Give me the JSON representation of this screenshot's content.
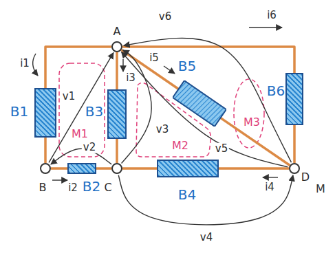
{
  "diagram": {
    "nodes": [
      {
        "text": [
          "A"
        ]
      },
      {
        "text": [
          "B"
        ]
      },
      {
        "text": [
          "C"
        ]
      },
      {
        "text": [
          "D"
        ]
      },
      {
        "text": [
          "B1"
        ]
      },
      {
        "text": [
          "B2"
        ]
      },
      {
        "text": [
          "B3"
        ]
      },
      {
        "text": [
          "B4"
        ]
      },
      {
        "text": [
          "B5"
        ]
      },
      {
        "text": [
          "B6"
        ]
      }
    ],
    "edges": [
      {
        "from": 1,
        "to": 4,
        "arrow": "none"
      },
      {
        "from": 4,
        "to": 0,
        "arrow": "none"
      },
      {
        "from": 1,
        "to": 5,
        "arrow": "none"
      },
      {
        "from": 5,
        "to": 2,
        "arrow": "none"
      },
      {
        "from": 2,
        "to": 6,
        "arrow": "none"
      },
      {
        "from": 6,
        "to": 0,
        "arrow": "none"
      },
      {
        "from": 2,
        "to": 7,
        "arrow": "none"
      },
      {
        "from": 7,
        "to": 3,
        "arrow": "none"
      },
      {
        "from": 0,
        "to": 8,
        "arrow": "none"
      },
      {
        "from": 8,
        "to": 3,
        "arrow": "none"
      },
      {
        "from": 0,
        "to": 9,
        "arrow": "none"
      },
      {
        "from": 9,
        "to": 3,
        "arrow": "none"
      },
      {
        "from": 1,
        "to": 0,
        "label": "v1",
        "arrow": "to"
      },
      {
        "from": 2,
        "to": 1,
        "label": "v2",
        "arrow": "to"
      },
      {
        "from": 2,
        "to": 0,
        "label": "v3",
        "arrow": "to"
      },
      {
        "from": 2,
        "to": 3,
        "label": "v4",
        "arrow": "to"
      },
      {
        "from": 3,
        "to": 0,
        "label": "v5",
        "arrow": "to"
      },
      {
        "from": 3,
        "to": 0,
        "label": "v6",
        "arrow": "to"
      }
    ],
    "labels": [
      "i1",
      "i2",
      "i3",
      "i4",
      "i5",
      "i6",
      "M1",
      "M2",
      "M3",
      "M"
    ]
  }
}
